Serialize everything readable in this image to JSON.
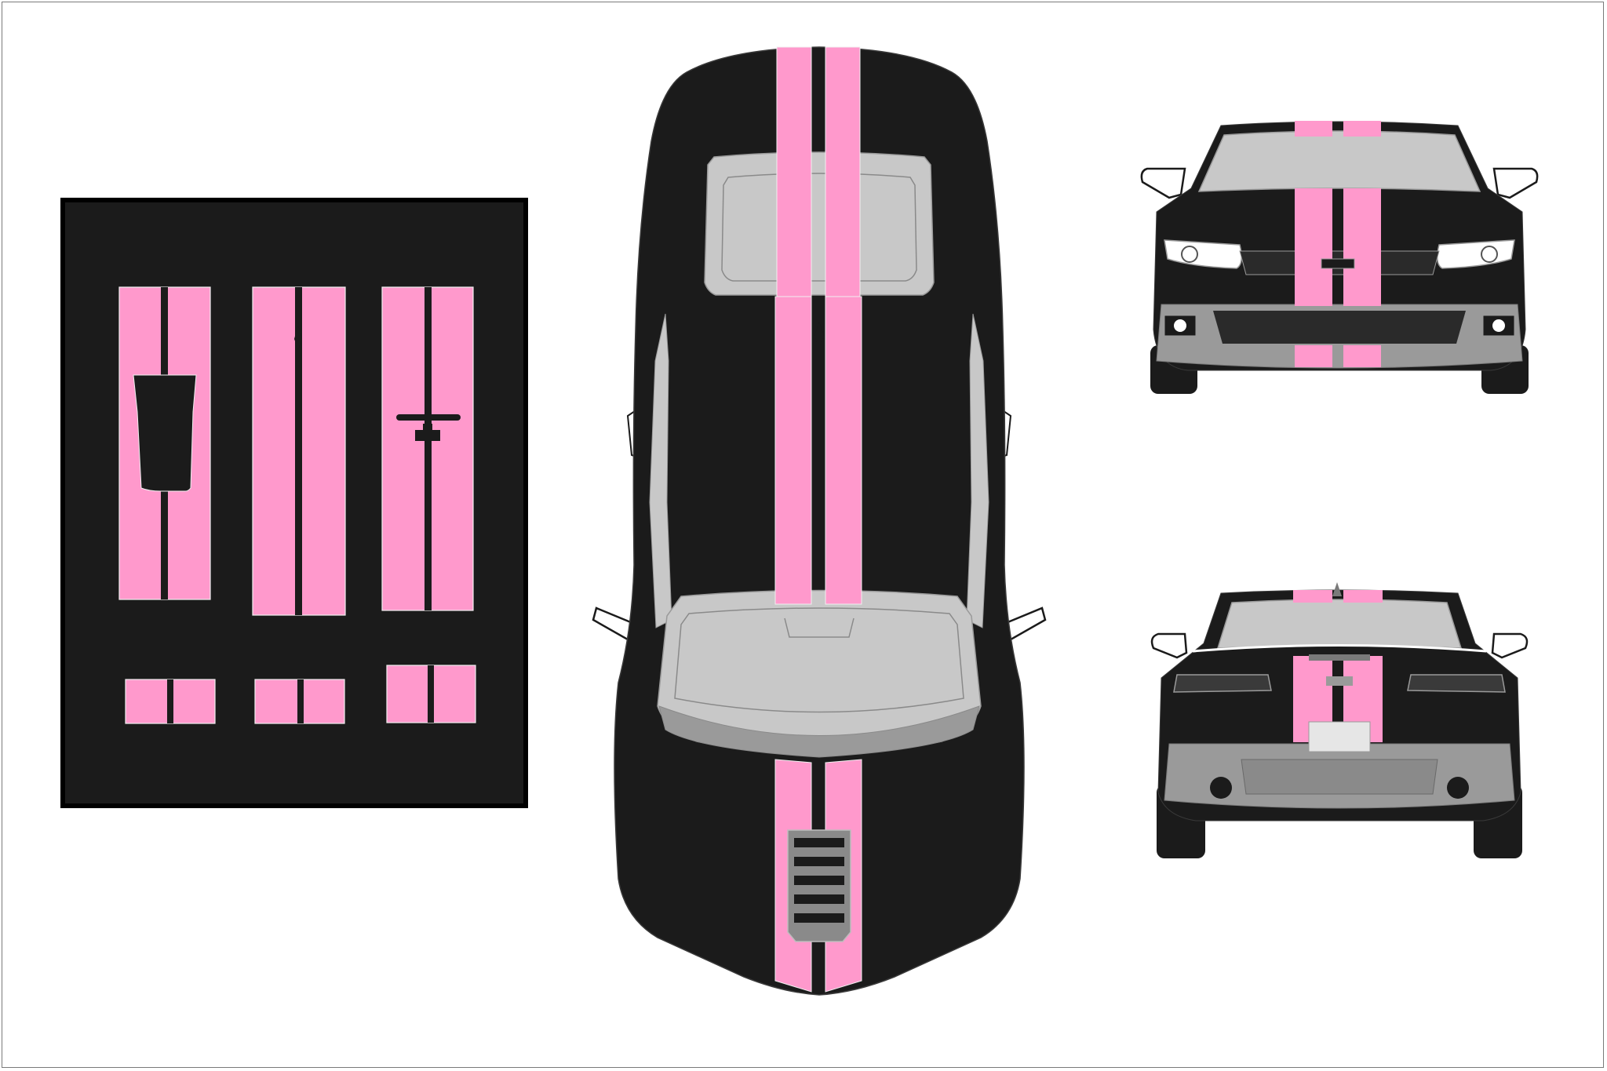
{
  "colors": {
    "background": "#ffffff",
    "frame": "#7a7a7a",
    "body": "#1b1b1b",
    "stripe": "#ff99cc",
    "glass": "#c8c8c8",
    "trim": "#9a9a9a",
    "outline": "#f0f0f0",
    "plate": "#e6e6e6"
  },
  "views": [
    {
      "id": "decal-sheet",
      "icon": "stripe-decal-sheet-icon"
    },
    {
      "id": "top-view",
      "icon": "car-top-view-icon"
    },
    {
      "id": "front-view",
      "icon": "car-front-view-icon"
    },
    {
      "id": "rear-view",
      "icon": "car-rear-view-icon"
    }
  ],
  "decal_sheet": {
    "long_pieces": [
      "hood-stripe",
      "roof-stripe",
      "trunk-stripe"
    ],
    "short_pieces": [
      "short-piece-1",
      "short-piece-2",
      "short-piece-3"
    ]
  }
}
